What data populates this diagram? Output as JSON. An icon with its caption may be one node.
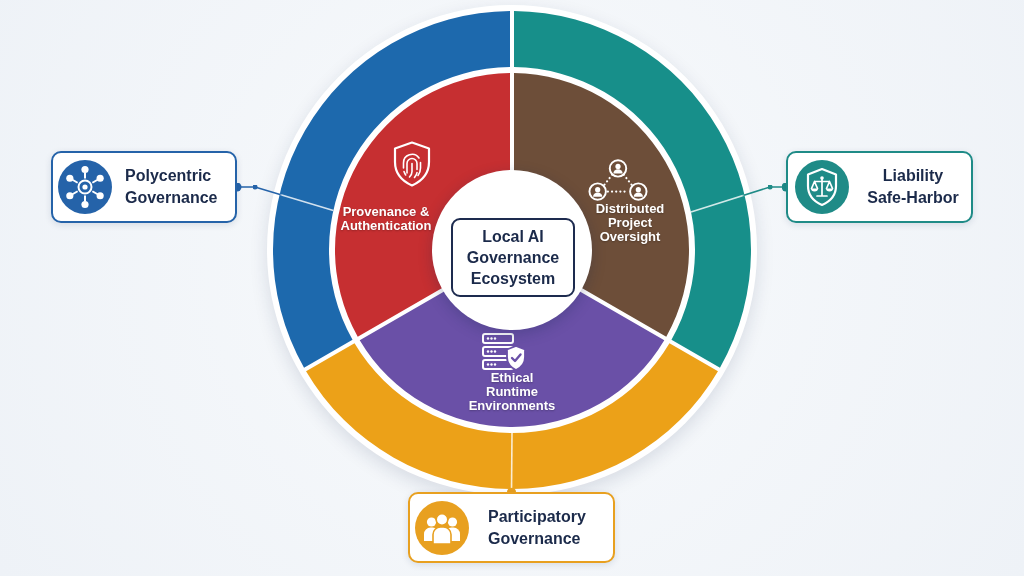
{
  "diagram": {
    "nodes": [
      {
        "text": [],
        "shape": "arc"
      },
      {
        "text": [],
        "shape": "arc"
      },
      {
        "text": [
          "Polycentric Governance"
        ]
      },
      {
        "text": [
          "Provenance & Authentication"
        ]
      },
      {
        "text": [
          "Local AI Governance Ecosystem"
        ]
      },
      {
        "text": [
          "Distributed Project Oversight"
        ]
      },
      {
        "text": [
          "Liability Safe-Harbor"
        ]
      },
      {
        "text": [
          "Ethical Runtime Environments"
        ]
      },
      {
        "text": [],
        "shape": "arc"
      },
      {
        "text": [
          "Participatory Governance"
        ]
      }
    ],
    "edges": [
      {
        "from": 2,
        "to": 0,
        "arrow": "other",
        "color": "#2563a9"
      },
      {
        "from": 6,
        "to": 1,
        "arrow": "other",
        "color": "#1f8b87"
      },
      {
        "from": 9,
        "to": 8,
        "arrow": "other",
        "color": "#e8a020"
      }
    ]
  }
}
